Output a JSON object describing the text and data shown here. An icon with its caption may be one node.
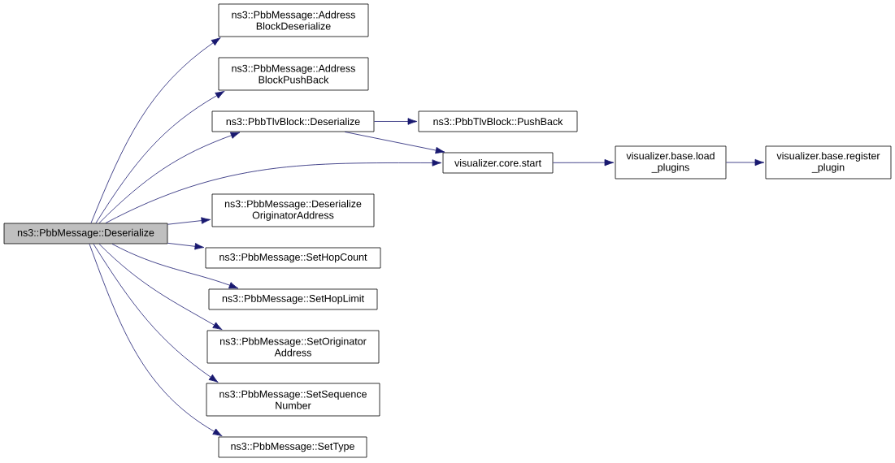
{
  "diagram": {
    "nodes": [
      {
        "text": [
          "ns3::PbbMessage::Deserialize"
        ]
      },
      {
        "text": [
          "ns3::PbbMessage::Address BlockDeserialize"
        ]
      },
      {
        "text": [
          "ns3::PbbMessage::Address BlockPushBack"
        ]
      },
      {
        "text": [
          "ns3::PbbTlvBlock::Deserialize"
        ]
      },
      {
        "text": [
          "ns3::PbbTlvBlock::PushBack"
        ]
      },
      {
        "text": [
          "visualizer.core.start"
        ]
      },
      {
        "text": [
          "visualizer.base.load _plugins"
        ]
      },
      {
        "text": [
          "visualizer.base.register _plugin"
        ]
      },
      {
        "text": [
          "ns3::PbbMessage::Deserialize OriginatorAddress"
        ]
      },
      {
        "text": [
          "ns3::PbbMessage::SetHopCount"
        ]
      },
      {
        "text": [
          "ns3::PbbMessage::SetHopLimit"
        ]
      },
      {
        "text": [
          "ns3::PbbMessage::SetOriginator Address"
        ]
      },
      {
        "text": [
          "ns3::PbbMessage::SetSequence Number"
        ]
      },
      {
        "text": [
          "ns3::PbbMessage::SetType"
        ]
      }
    ],
    "edges": [
      {
        "from": 0,
        "to": 1,
        "arrow": "to"
      },
      {
        "from": 0,
        "to": 2,
        "arrow": "to"
      },
      {
        "from": 0,
        "to": 3,
        "arrow": "to"
      },
      {
        "from": 0,
        "to": 5,
        "arrow": "to"
      },
      {
        "from": 0,
        "to": 8,
        "arrow": "to"
      },
      {
        "from": 0,
        "to": 9,
        "arrow": "to"
      },
      {
        "from": 0,
        "to": 10,
        "arrow": "to"
      },
      {
        "from": 0,
        "to": 11,
        "arrow": "to"
      },
      {
        "from": 0,
        "to": 12,
        "arrow": "to"
      },
      {
        "from": 0,
        "to": 13,
        "arrow": "to"
      },
      {
        "from": 3,
        "to": 4,
        "arrow": "to"
      },
      {
        "from": 3,
        "to": 5,
        "arrow": "to"
      },
      {
        "from": 5,
        "to": 6,
        "arrow": "to"
      },
      {
        "from": 6,
        "to": 7,
        "arrow": "to"
      }
    ]
  }
}
